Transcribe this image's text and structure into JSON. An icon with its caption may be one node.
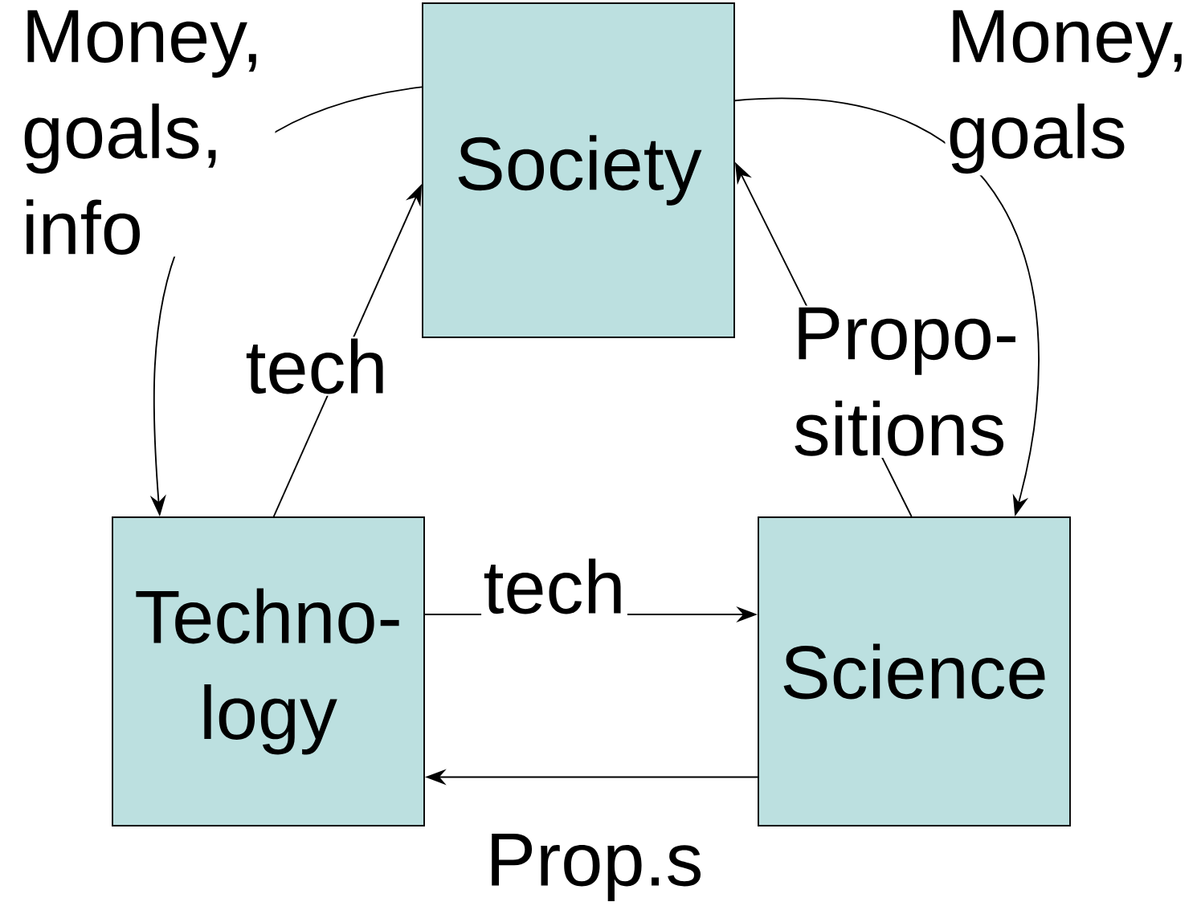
{
  "diagram": {
    "nodes": [
      {
        "text": [
          "Society"
        ]
      },
      {
        "text": [
          "Techno- logy"
        ]
      },
      {
        "text": [
          "Science"
        ]
      }
    ],
    "edges": [
      {
        "from": 0,
        "to": 1,
        "arrow": "to",
        "label": "Money, goals, info"
      },
      {
        "from": 1,
        "to": 0,
        "arrow": "to",
        "label": "tech"
      },
      {
        "from": 0,
        "to": 2,
        "arrow": "to",
        "label": "Money, goals"
      },
      {
        "from": 2,
        "to": 0,
        "arrow": "to",
        "label": "Propo- sitions"
      },
      {
        "from": 1,
        "to": 2,
        "arrow": "to",
        "label": "tech"
      },
      {
        "from": 2,
        "to": 1,
        "arrow": "to",
        "label": "Prop.s"
      }
    ]
  }
}
